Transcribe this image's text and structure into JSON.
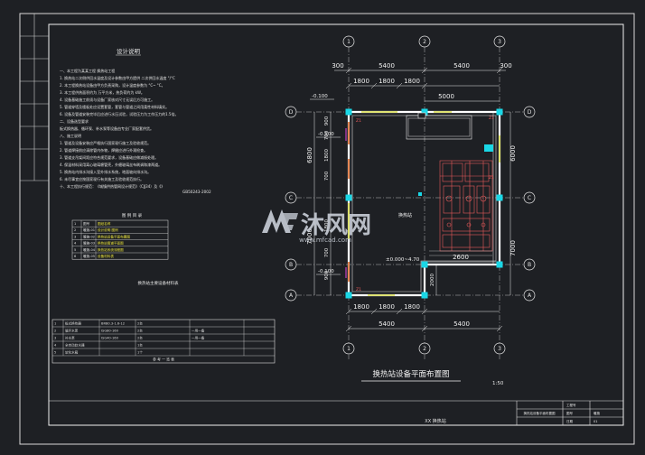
{
  "notes": {
    "title": "设计说明",
    "lines": [
      "一、本工程为某某工程  换热站工程",
      "1. 换热站二次侧供回水温度及设计参数由甲方提供 二次供回水温度 °/°C",
      "2. 本工程换热站设备由甲方负责采购，设计温度参数为 °C~ °C。",
      "3. 本工程供热面积约为 万平方米，热负荷约为 kW。",
      "4. 设备基础施工前须与设备厂家核对尺寸无误后方可施工。",
      "5. 管道穿墙及楼板处应设置套管，套管与管道之间用柔性材料填实。",
      "6. 设备及管道安装完毕后应进行水压试验，试验压力为工作压力的1.5倍。",
      "二、设备选型要求",
      "   板式换热器、循环泵、补水泵等设备由专业厂家配套供货。",
      "八、施工说明",
      "   1. 管道及设备安装应严格执行国家现行施工及验收规范。",
      "   2. 管道焊接前应清除管内杂物，焊缝应进行外观检查。",
      "   3. 管道支吊架间距应符合规范要求，设备基础应做减振处理。",
      "   4. 保温材料采用离心玻璃棉管壳，外缠玻璃丝布刷调和漆两道。",
      "   5. 换热站内排水沟接入室外排水系统，地面坡向排水沟。",
      "   6. 未尽事宜应按国家现行有关施工及验收规范执行。",
      "十、本工程执行规范：《城镇供热管网设计规范》（CJJ34）及《》"
    ],
    "code": "GB50243-2002"
  },
  "legend": {
    "title": "图 例 目 录",
    "rows": [
      [
        "1",
        "图号",
        "图纸名称"
      ],
      [
        "2",
        "暖施-01",
        "设计说明 图例"
      ],
      [
        "3",
        "暖施-02",
        "换热站设备平面布置图"
      ],
      [
        "4",
        "暖施-03",
        "换热站管道平面图"
      ],
      [
        "5",
        "暖施-04",
        "换热站系统流程图"
      ],
      [
        "6",
        "暖施-05",
        "设备材料表"
      ]
    ]
  },
  "table2_title": "换热站主要设备材料表",
  "bottom_table": {
    "rows": [
      [
        "1",
        "板式换热器",
        "BRB0.3-1.6-12",
        "2台",
        "",
        ""
      ],
      [
        "2",
        "循环水泵",
        "ISG80-160",
        "2台",
        "一用一备",
        ""
      ],
      [
        "3",
        "补水泵",
        "ISG40-160",
        "2台",
        "一用一备",
        ""
      ],
      [
        "4",
        "全自动软水器",
        "",
        "1台",
        "",
        ""
      ],
      [
        "5",
        "软化水箱",
        "",
        "1个",
        "",
        ""
      ]
    ],
    "footer": "参  考  一  览  表"
  },
  "plan": {
    "title": "换热站设备平面布置图",
    "scale": "1:50",
    "room_label": "换热站",
    "level": "±0.000~4.70",
    "dims_top": [
      "5400",
      "5400",
      "300",
      "300"
    ],
    "dims_top2": [
      "1800",
      "1800",
      "1800"
    ],
    "dim_inner_top": "5000",
    "dims_bottom": [
      "1800",
      "1800",
      "1800"
    ],
    "dims_bottom2": [
      "5400",
      "5400"
    ],
    "dims_left": [
      "6800",
      "7000",
      "900",
      "700",
      "1800",
      "700",
      "1800",
      "700",
      "900"
    ],
    "dims_right": [
      "6000",
      "7000",
      "2000"
    ],
    "dim_inner_bottom": "2600",
    "dim_inner_right": "2000",
    "elevations": [
      "-0.100",
      "-0.100",
      "-0.100"
    ],
    "axes_top": [
      "1",
      "2",
      "3"
    ],
    "axes_bottom": [
      "1",
      "2",
      "3"
    ],
    "axes_side": [
      "A",
      "B",
      "C",
      "D"
    ],
    "door_labels": [
      "Z1",
      "Z1",
      "Z1",
      "Z1"
    ]
  },
  "title_block": {
    "project": "XX 换热站",
    "drawing": "换热站设备平面布置图",
    "labels": [
      "工程号",
      "图号",
      "日期"
    ],
    "values": [
      "",
      "暖施",
      "01"
    ]
  },
  "watermark": {
    "brand": "沐风网",
    "url": "www.mfcad.com"
  },
  "colors": {
    "background": "#1e2024",
    "frame": "#f0f0f0",
    "wall": "#ffffff",
    "window": "#d6dc46",
    "column": "#1ad7e6",
    "equipment": "#e85a5a",
    "door": "#e06a2a",
    "axis": "#c0c0c0",
    "watermark": "#c9cfd8"
  }
}
